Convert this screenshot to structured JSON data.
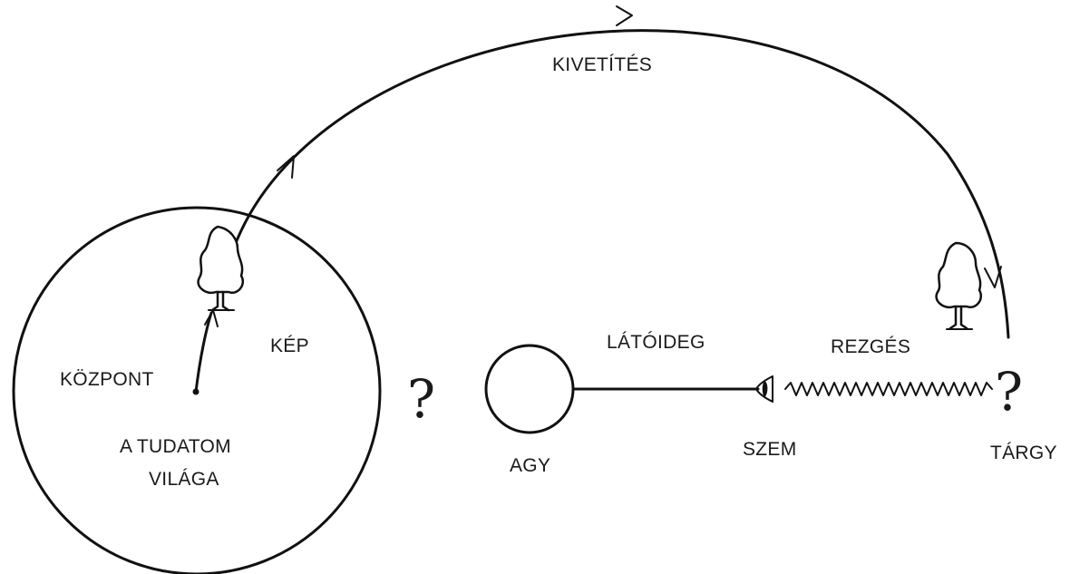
{
  "labels": {
    "projection": "KIVETÍTÉS",
    "image": "KÉP",
    "center": "KÖZPONT",
    "consciousness_line1": "A TUDATOM",
    "consciousness_line2": "VILÁGA",
    "optic_nerve": "LÁTÓIDEG",
    "vibration": "REZGÉS",
    "brain": "AGY",
    "eye": "SZEM",
    "object": "TÁRGY",
    "question_gap": "?",
    "question_object": "?"
  }
}
